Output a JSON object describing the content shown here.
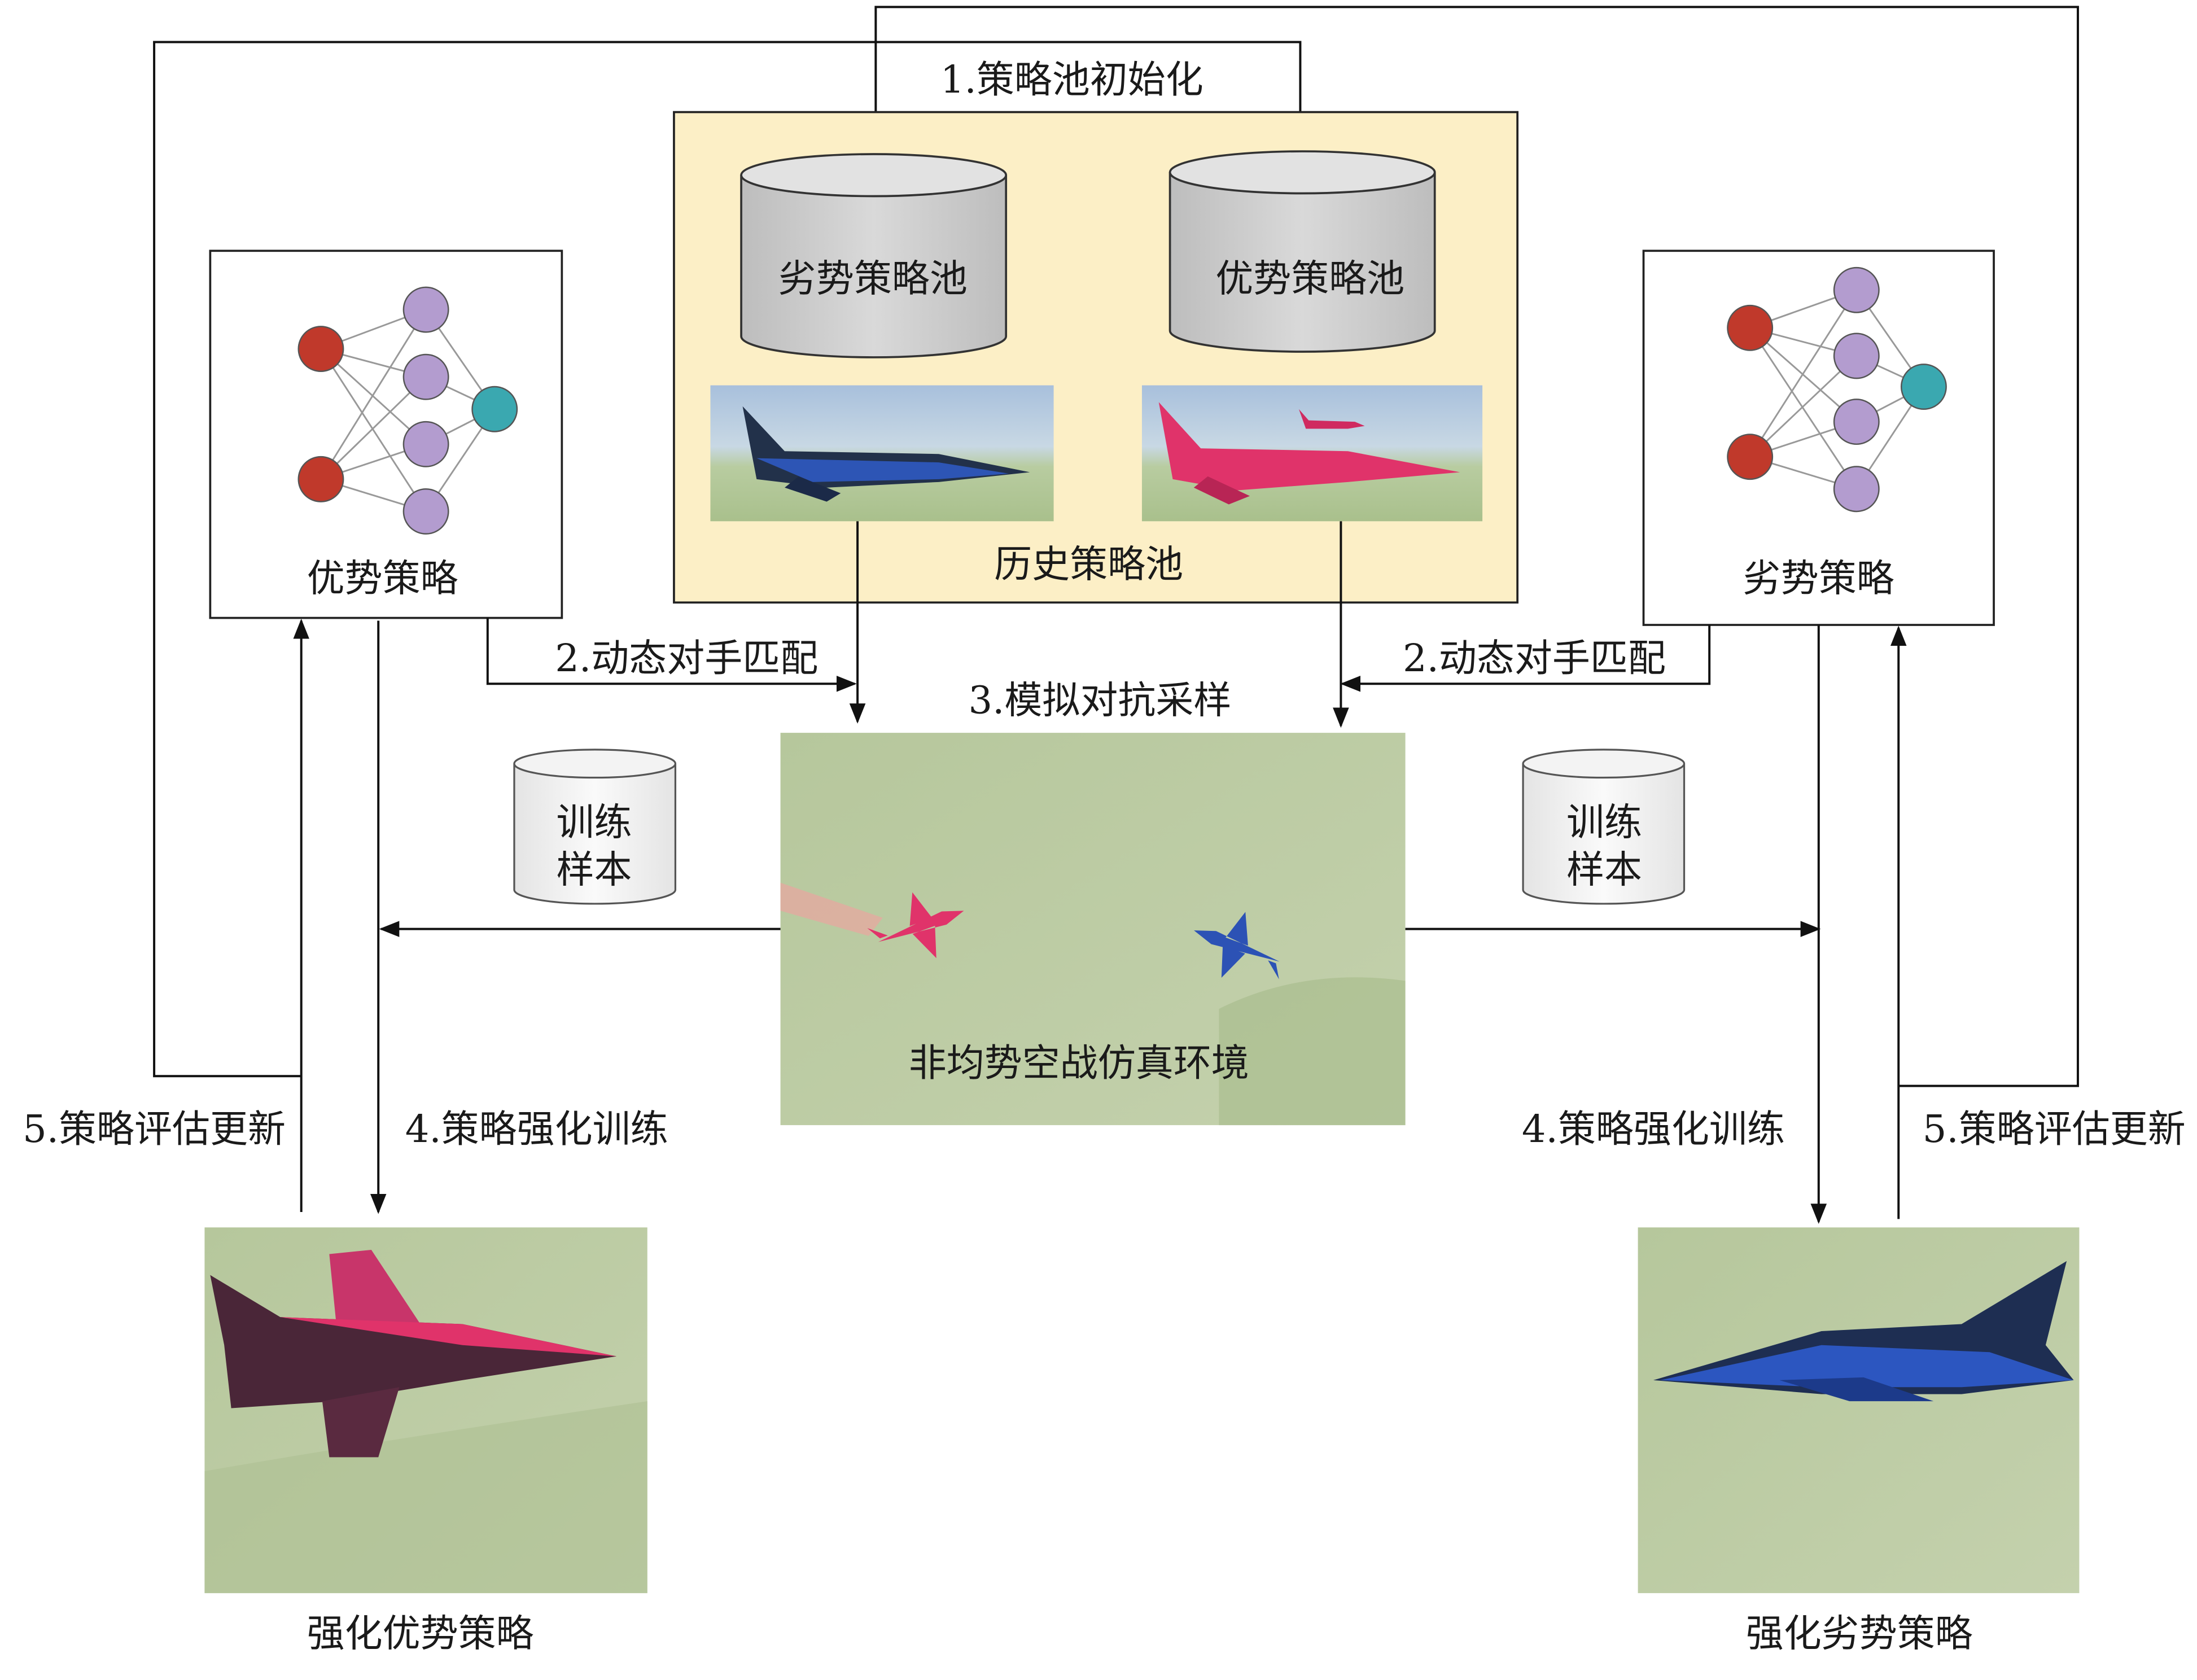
{
  "steps": {
    "init": "1.策略池初始化",
    "match_left": "2.动态对手匹配",
    "match_right": "2.动态对手匹配",
    "sample": "3.模拟对抗采样",
    "train_left": "4.策略强化训练",
    "train_right": "4.策略强化训练",
    "update_left": "5.策略评估更新",
    "update_right": "5.策略评估更新"
  },
  "history_pool": {
    "label": "历史策略池",
    "weak_pool": "劣势策略池",
    "strong_pool": "优势策略池"
  },
  "policies": {
    "strong": "优势策略",
    "weak": "劣势策略"
  },
  "environment": "非均势空战仿真环境",
  "samples": {
    "left": [
      "训练",
      "样本"
    ],
    "right": [
      "训练",
      "样本"
    ]
  },
  "results": {
    "strong": "强化优势策略",
    "weak": "强化劣势策略"
  },
  "colors": {
    "pool_bg": "#fcefc6",
    "input_node": "#c0392b",
    "hidden_node": "#b39ccf",
    "output_node": "#3aa8b0",
    "red_jet": "#e0336a",
    "blue_jet": "#2848a8",
    "terrain": "#b9c9a0"
  }
}
